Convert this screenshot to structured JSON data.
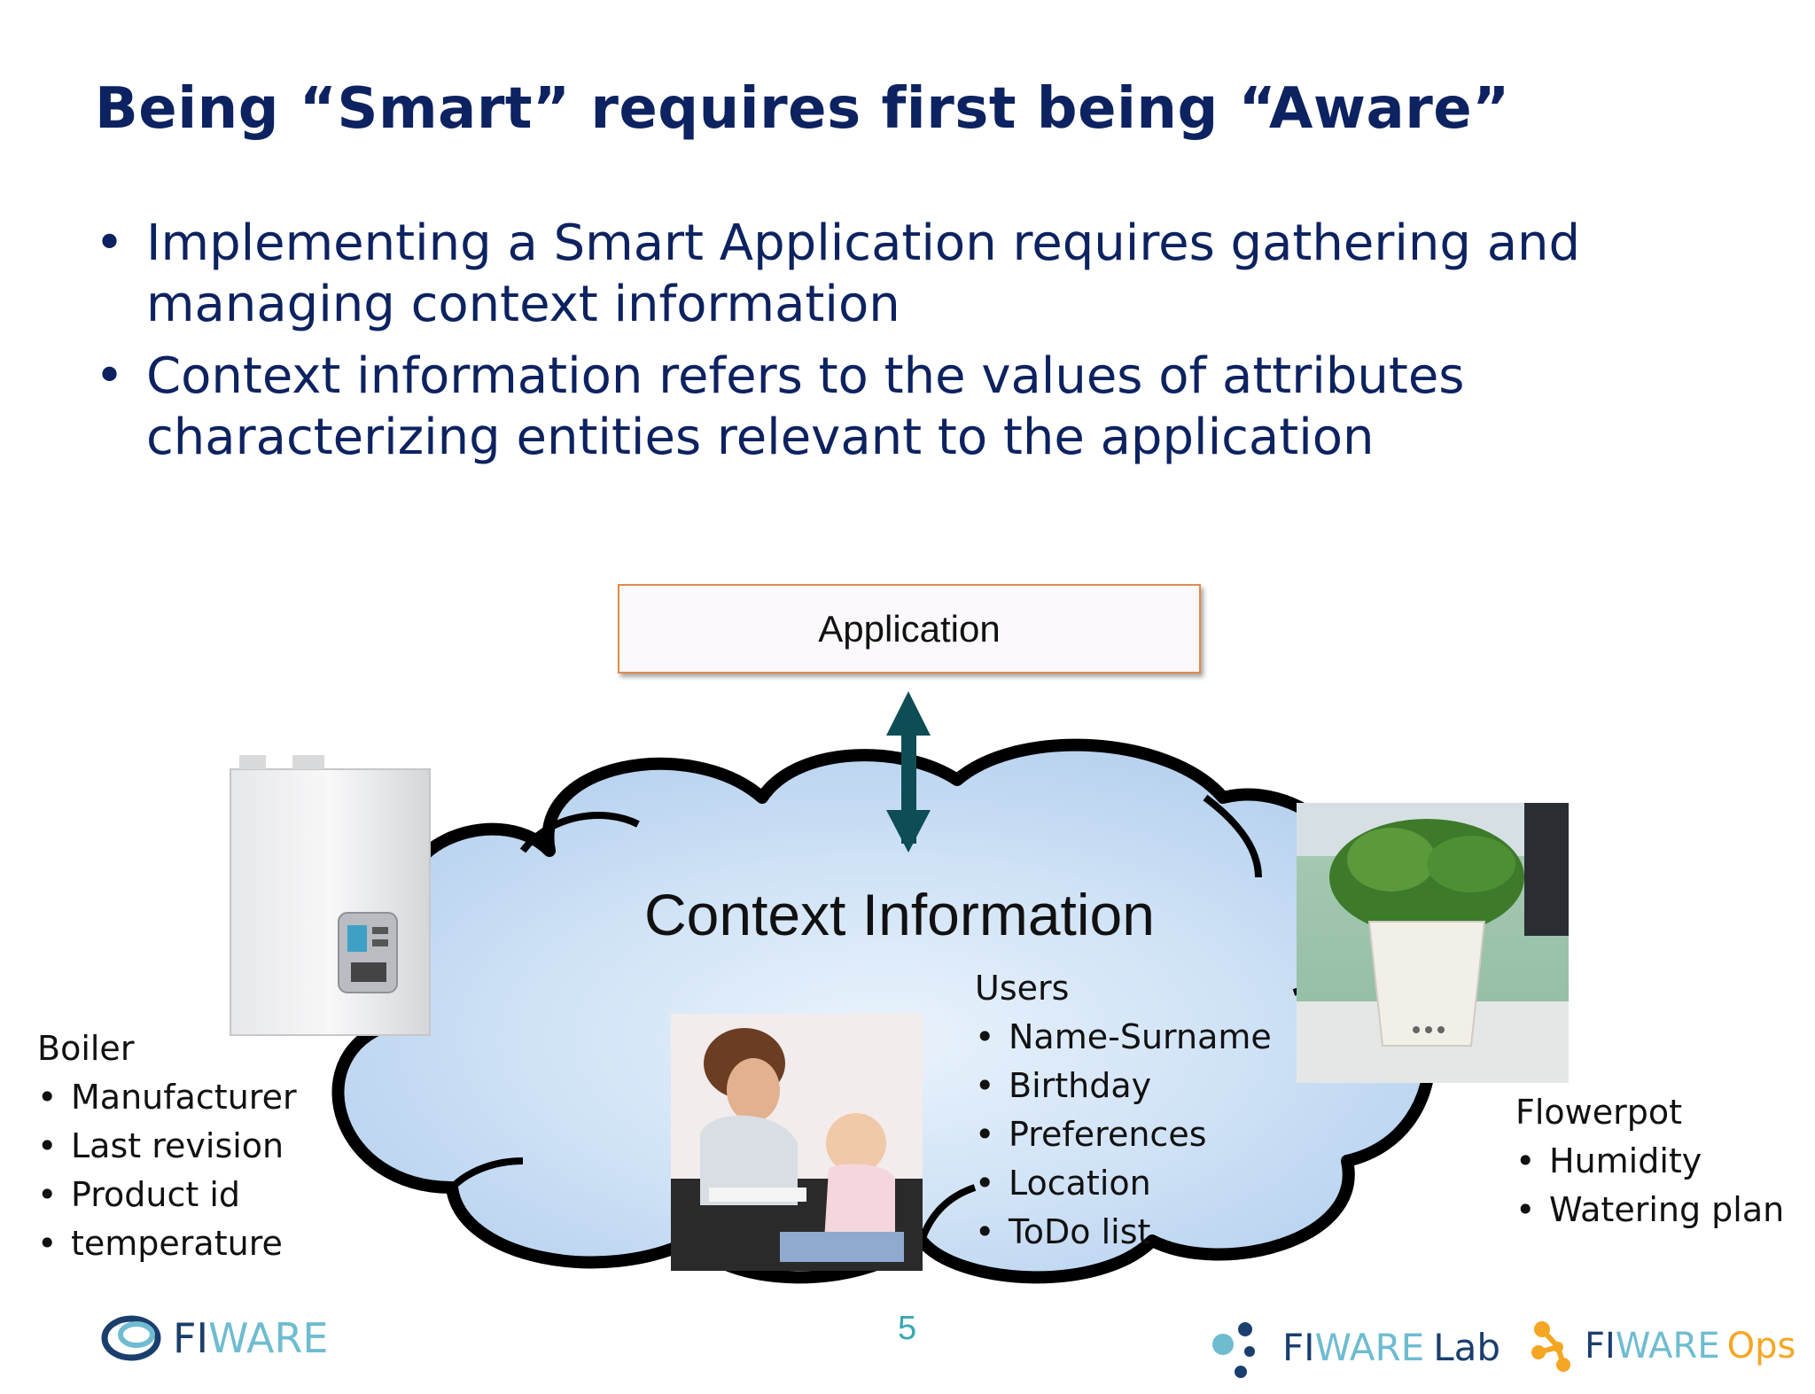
{
  "slide": {
    "title": "Being “Smart” requires first being “Aware”",
    "bullets": [
      "Implementing a Smart Application requires gathering and managing context information",
      "Context information refers to the values of attributes characterizing entities relevant to the application"
    ],
    "bullet_symbol": "•",
    "page_number": "5"
  },
  "diagram": {
    "application_label": "Application",
    "context_label": "Context Information",
    "boiler": {
      "heading": "Boiler",
      "items": [
        "Manufacturer",
        "Last revision",
        "Product id",
        "temperature"
      ]
    },
    "users": {
      "heading": "Users",
      "items": [
        "Name-Surname",
        "Birthday",
        "Preferences",
        "Location",
        "ToDo list"
      ]
    },
    "flowerpot": {
      "heading": "Flowerpot",
      "items": [
        "Humidity",
        "Watering plan"
      ]
    }
  },
  "footer": {
    "logo_left": {
      "text_a": "FI",
      "text_b": "WARE"
    },
    "logo_lab": {
      "text_a": "FI",
      "text_b": "WARE",
      "text_c": "Lab"
    },
    "logo_ops": {
      "text_a": "FI",
      "text_b": "WARE",
      "text_c": "Ops"
    }
  },
  "colors": {
    "title": "#0d2260",
    "app_border": "#e38a4a",
    "arrow": "#0e4d55",
    "cloud_fill": "#c9def4",
    "page_number": "#3aa8b2",
    "fiware_blue": "#1a3f6e",
    "fiware_cyan": "#6fbcd1",
    "ops_orange": "#f5a623"
  },
  "icons": [
    "fiware-swirl-icon",
    "fiware-lab-dots-icon",
    "fiware-ops-node-icon"
  ]
}
